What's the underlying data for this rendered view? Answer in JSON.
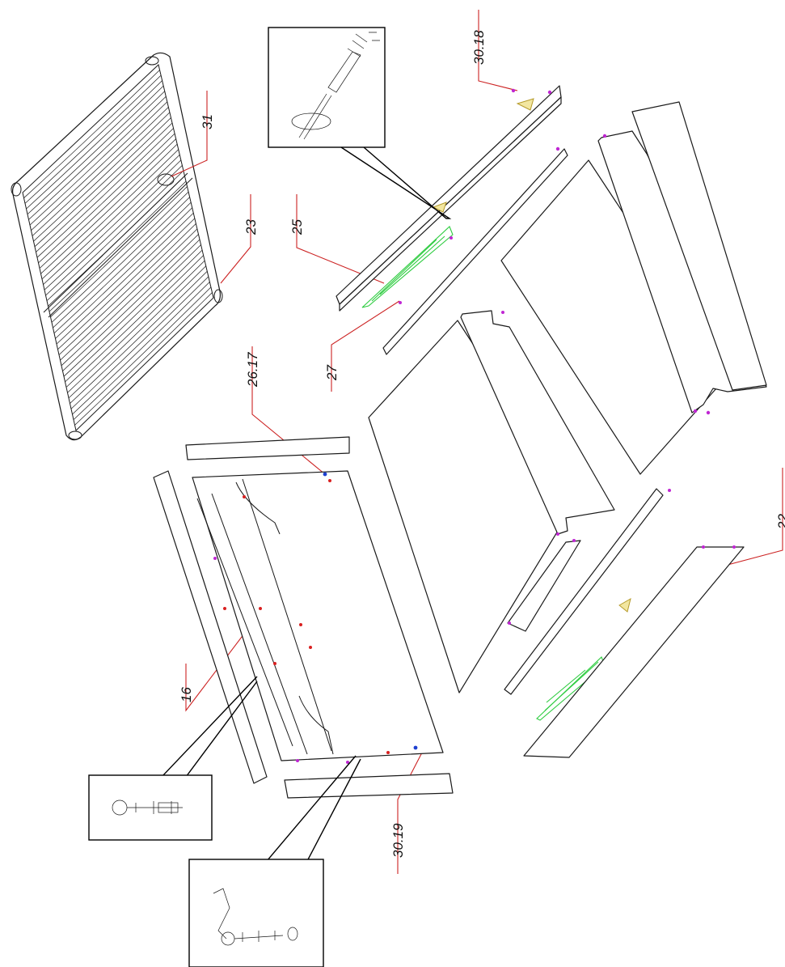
{
  "labels": {
    "l_30_18": "30.18",
    "l_31": "31",
    "l_23": "23",
    "l_25": "25",
    "l_27": "27",
    "l_26_17": "26.17",
    "l_22": "22",
    "l_16": "16",
    "l_30_19": "30.19"
  },
  "colors": {
    "leader_line": "#cc2222",
    "slide_rail": "#2ecc40",
    "bracket": "#b59a2a",
    "dowel_dot": "#c026d3"
  },
  "icons": {
    "detail_screwdriver": "screwdriver-screw-icon",
    "detail_cam_bolt": "cam-bolt-icon",
    "detail_wrench_bolt": "hex-key-bolt-icon"
  }
}
